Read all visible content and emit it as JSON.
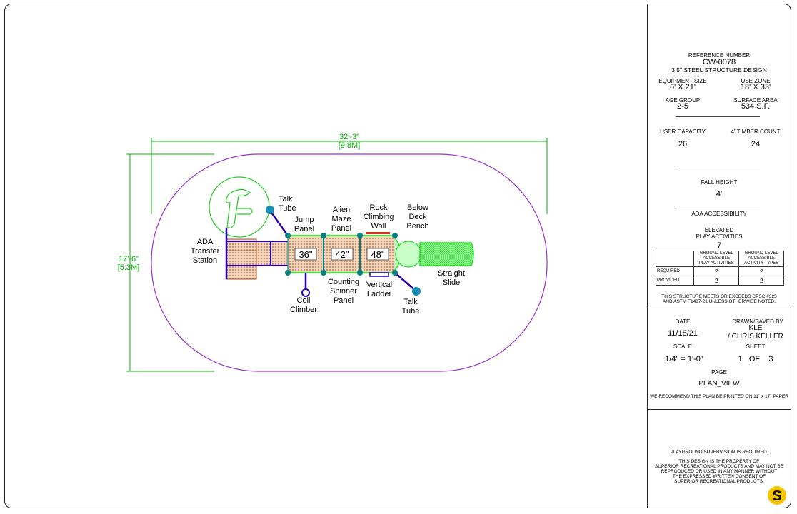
{
  "plan": {
    "width_dim": "32'-3\"",
    "width_dim_metric": "[9.8M]",
    "height_dim": "17'-6\"",
    "height_dim_metric": "[5.3M]",
    "deck_labels": [
      "36\"",
      "42\"",
      "48\""
    ],
    "component_labels": {
      "talk_tube_top": [
        "Talk",
        "Tube"
      ],
      "jump_panel": [
        "Jump",
        "Panel"
      ],
      "alien_maze_panel": [
        "Alien",
        "Maze",
        "Panel"
      ],
      "rock_climbing_wall": [
        "Rock",
        "Climbing",
        "Wall"
      ],
      "below_deck_bench": [
        "Below",
        "Deck",
        "Bench"
      ],
      "ada_transfer_station": [
        "ADA",
        "Transfer",
        "Station"
      ],
      "coil_climber": [
        "Coil",
        "Climber"
      ],
      "counting_spinner_panel": [
        "Counting",
        "Spinner",
        "Panel"
      ],
      "vertical_ladder": [
        "Vertical",
        "Ladder"
      ],
      "talk_tube_bottom": [
        "Talk",
        "Tube"
      ],
      "straight_slide": [
        "Straight",
        "Slide"
      ]
    },
    "colors": {
      "use_zone": "#9933cc",
      "dimension": "#00b400",
      "slide": "#33ee33",
      "post": "#008080",
      "deck_fill": "#d9a27a",
      "frame": "#2a00aa"
    }
  },
  "title_block": {
    "reference_label": "REFERENCE NUMBER",
    "reference_number": "CW-0078",
    "structure_design": "3.5\" STEEL STRUCTURE DESIGN",
    "equipment_size_label": "EQUIPMENT SIZE",
    "equipment_size": "6' X 21'",
    "use_zone_label": "USE ZONE",
    "use_zone": "18' X 33'",
    "age_group_label": "AGE GROUP",
    "age_group": "2-5",
    "surface_area_label": "SURFACE AREA",
    "surface_area": "534 S.F.",
    "user_capacity_label": "USER CAPACITY",
    "user_capacity": "26",
    "timber_count_label": "4' TIMBER COUNT",
    "timber_count": "24",
    "fall_height_label": "FALL HEIGHT",
    "fall_height": "4'",
    "ada_label": "ADA ACCESSIBILITY",
    "elevated_label": [
      "ELEVATED",
      "PLAY ACTIVITIES"
    ],
    "elevated_count": "7",
    "ada_table": {
      "col1": [
        "GROUND LEVEL",
        "ACCESSIBLE",
        "PLAY ACTIVITIES"
      ],
      "col2": [
        "GROUND LEVEL",
        "ACCESSIBLE",
        "ACTIVITY TYPES"
      ],
      "rows": [
        {
          "label": "REQUIRED",
          "a": "2",
          "b": "2"
        },
        {
          "label": "PROVIDED",
          "a": "2",
          "b": "2"
        }
      ]
    },
    "compliance": [
      "THIS STRUCTURE MEETS OR EXCEEDS CPSC #325",
      "AND ASTM F1487-21 UNLESS OTHERWISE NOTED."
    ],
    "date_label": "DATE",
    "date": "11/18/21",
    "drawn_label": "DRAWN/SAVED BY",
    "drawn_by": [
      "KLE",
      "/ CHRIS.KELLER"
    ],
    "scale_label": "SCALE",
    "scale": "1/4\" = 1'-0\"",
    "sheet_label": "SHEET",
    "sheet": "1   OF    3",
    "page_label": "PAGE",
    "page": "PLAN_VIEW",
    "print_note": "WE RECOMMEND THIS PLAN BE PRINTED ON 11\" x 17\" PAPER",
    "supervision": "PLAYGROUND SUPERVISION IS REQUIRED.",
    "property_note": [
      "THIS DESIGN IS THE PROPERTY OF",
      "SUPERIOR RECREATIONAL PRODUCTS AND MAY NOT BE",
      "REPRODUCED OR USED IN ANY MANNER WITHOUT",
      "THE EXPRESSED WRITTEN CONSENT OF",
      "SUPERIOR RECREATIONAL PRODUCTS."
    ],
    "logo_letter": "S"
  }
}
